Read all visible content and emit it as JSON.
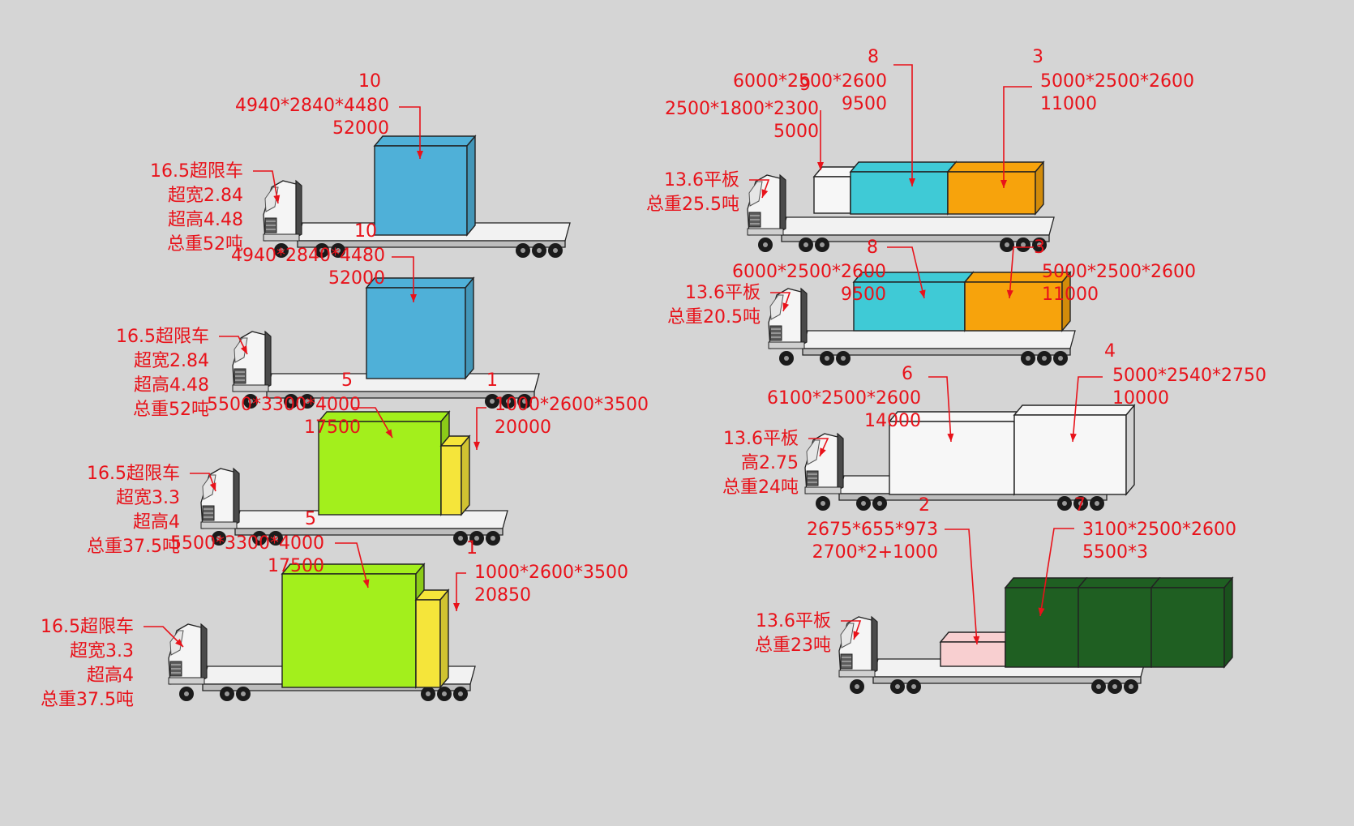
{
  "colors": {
    "background": "#d5d5d5",
    "label": "#e8121a",
    "blue": "#4fb0d8",
    "lime": "#a3ef1c",
    "yellow": "#f5e53a",
    "cyan": "#3fcad6",
    "orange": "#f7a30c",
    "white_cargo": "#f7f7f7",
    "dark_green": "#1f5f22",
    "pink": "#f8cfd0"
  },
  "trucks": [
    {
      "lines": [
        "16.5超限车",
        "超宽2.84",
        "超高4.48",
        "总重52吨"
      ],
      "cargo": [
        {
          "id": "10",
          "dims": "4940*2840*4480",
          "weight": "52000",
          "color": "blue"
        }
      ]
    },
    {
      "lines": [
        "16.5超限车",
        "超宽2.84",
        "超高4.48",
        "总重52吨"
      ],
      "cargo": [
        {
          "id": "10",
          "dims": "4940*2840*4480",
          "weight": "52000",
          "color": "blue"
        }
      ]
    },
    {
      "lines": [
        "16.5超限车",
        "超宽3.3",
        "超高4",
        "总重37.5吨"
      ],
      "cargo": [
        {
          "id": "5",
          "dims": "5500*3300*4000",
          "weight": "17500",
          "color": "lime"
        },
        {
          "id": "1",
          "dims": "1000*2600*3500",
          "weight": "20000",
          "color": "yellow"
        }
      ]
    },
    {
      "lines": [
        "16.5超限车",
        "超宽3.3",
        "超高4",
        "总重37.5吨"
      ],
      "cargo": [
        {
          "id": "5",
          "dims": "5500*3300*4000",
          "weight": "17500",
          "color": "lime"
        },
        {
          "id": "1",
          "dims": "1000*2600*3500",
          "weight": "20850",
          "color": "yellow"
        }
      ]
    },
    {
      "lines": [
        "13.6平板",
        "总重25.5吨"
      ],
      "cargo": [
        {
          "id": "9",
          "dims": "2500*1800*2300",
          "weight": "5000",
          "color": "white_cargo"
        },
        {
          "id": "8",
          "dims": "6000*2500*2600",
          "weight": "9500",
          "color": "cyan"
        },
        {
          "id": "3",
          "dims": "5000*2500*2600",
          "weight": "11000",
          "color": "orange"
        }
      ]
    },
    {
      "lines": [
        "13.6平板",
        "总重20.5吨"
      ],
      "cargo": [
        {
          "id": "8",
          "dims": "6000*2500*2600",
          "weight": "9500",
          "color": "cyan"
        },
        {
          "id": "3",
          "dims": "5000*2500*2600",
          "weight": "11000",
          "color": "orange"
        }
      ]
    },
    {
      "lines": [
        "13.6平板",
        "高2.75",
        "总重24吨"
      ],
      "cargo": [
        {
          "id": "6",
          "dims": "6100*2500*2600",
          "weight": "14000",
          "color": "white_cargo"
        },
        {
          "id": "4",
          "dims": "5000*2540*2750",
          "weight": "10000",
          "color": "white_cargo"
        }
      ]
    },
    {
      "lines": [
        "13.6平板",
        "总重23吨"
      ],
      "cargo": [
        {
          "id": "2",
          "dims": "2675*655*973",
          "weight": "2700*2+1000",
          "color": "pink"
        },
        {
          "id": "7",
          "dims": "3100*2500*2600",
          "weight": "5500*3",
          "color": "dark_green"
        }
      ]
    }
  ]
}
